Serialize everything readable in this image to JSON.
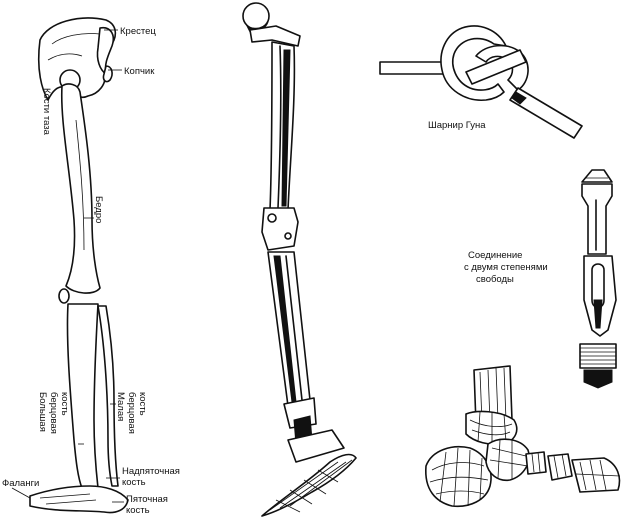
{
  "labels": {
    "sacrum": "Крестец",
    "coccyx": "Копчик",
    "pelvic_bones": "Кости таза",
    "femur": "Бедро",
    "tibia": "Большая берцовая кость",
    "tibia_lines": [
      "Большая",
      "берцовая",
      "кость"
    ],
    "fibula_lines": [
      "Малая",
      "берцовая",
      "кость"
    ],
    "talus_lines": [
      "Надпяточная",
      "кость"
    ],
    "calcaneus_lines": [
      "Пяточная",
      "кость"
    ],
    "phalanges": "Фаланги",
    "goon_hinge": "Шарнир Гуна",
    "two_dof_lines": [
      "Соединение",
      "с двумя степенями",
      "свободы"
    ]
  }
}
